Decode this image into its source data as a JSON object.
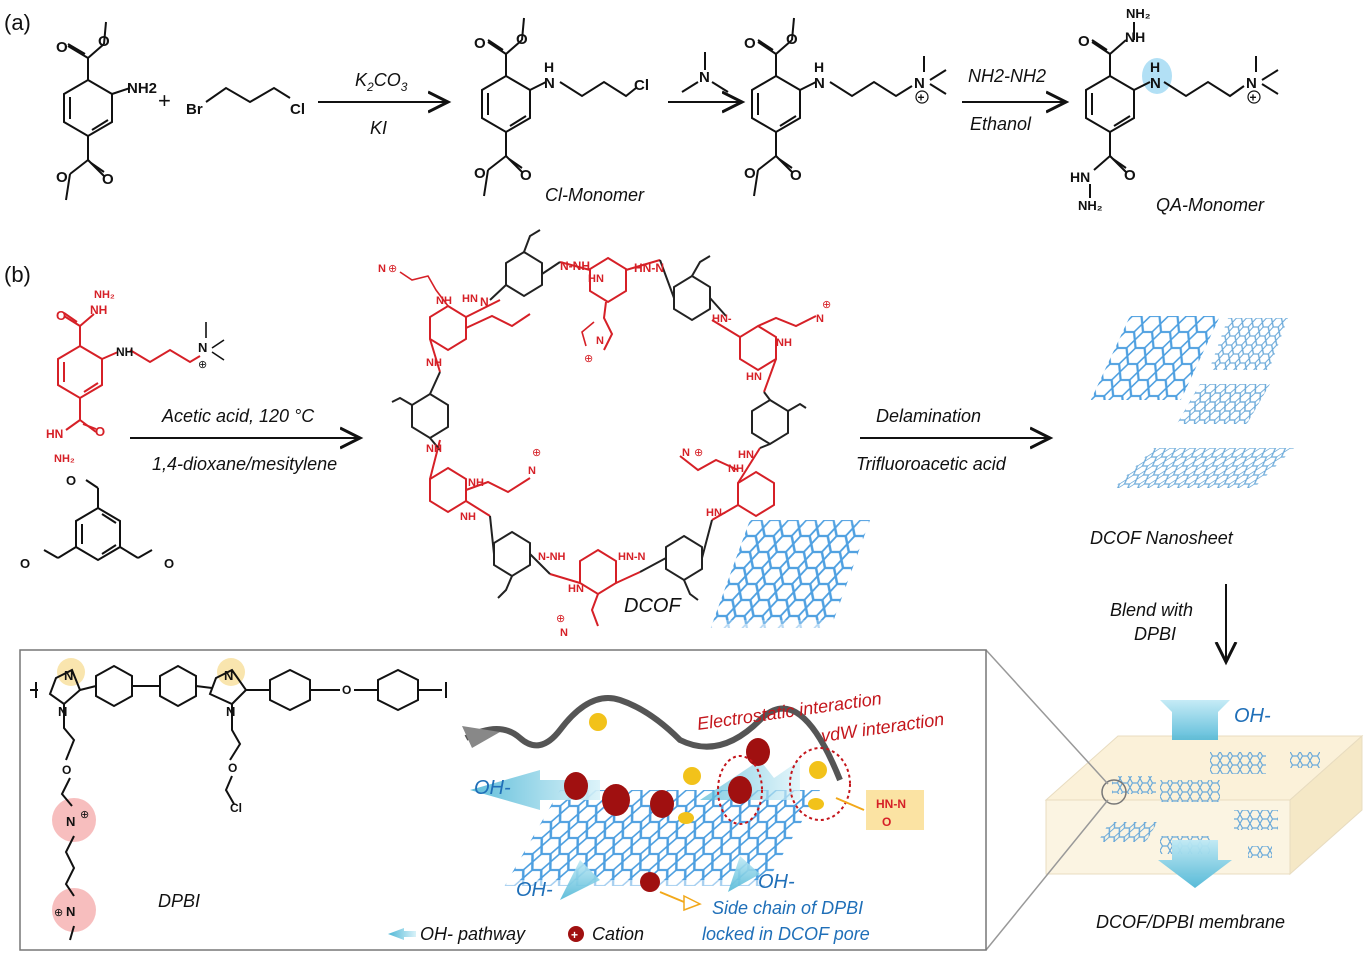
{
  "panels": {
    "a": "(a)",
    "b": "(b)"
  },
  "scheme_a": {
    "reagent_left": "Br",
    "reagent_right": "Cl",
    "amine_label": "NH2",
    "step1": {
      "top_k": "K",
      "top_sub": "2",
      "top_co": "CO",
      "top_sub2": "3",
      "bottom": "KI"
    },
    "product1": "Cl-Monomer",
    "step3": {
      "top": "NH2-NH2",
      "bottom": "Ethanol"
    },
    "product_final": "QA-Monomer"
  },
  "scheme_b": {
    "step1": {
      "top": "Acetic acid, 120 °C",
      "bottom": "1,4-dioxane/mesitylene"
    },
    "cof_label": "DCOF",
    "step2": {
      "top": "Delamination",
      "bottom": "Trifluoroacetic acid"
    },
    "nanosheet_label": "DCOF Nanosheet",
    "blend": {
      "line1": "Blend with",
      "line2": "DPBI"
    },
    "polymer_label": "DPBI",
    "membrane_label": "DCOF/DPBI membrane",
    "membrane_ion": "OH-"
  },
  "inset": {
    "electrostatic": "Electrostatic interaction",
    "vdw": "vdW interaction",
    "oh_1": "OH-",
    "oh_2": "OH-",
    "oh_3": "OH-",
    "side_chain_1": "Side chain of DPBI",
    "side_chain_2": "locked in DCOF pore",
    "legend_pathway": "OH- pathway",
    "legend_cation": "Cation",
    "hydrazide": "HN-N"
  },
  "colors": {
    "red_structure": "#d62027",
    "dark_structure": "#222222",
    "cyan_arrow": "#5bc2dc",
    "blue_sheet": "#5aa8e6",
    "label_red": "#c4161c",
    "label_blue": "#1f6fb8",
    "cation": "#a01010",
    "n_yellow": "#f2c21a"
  }
}
